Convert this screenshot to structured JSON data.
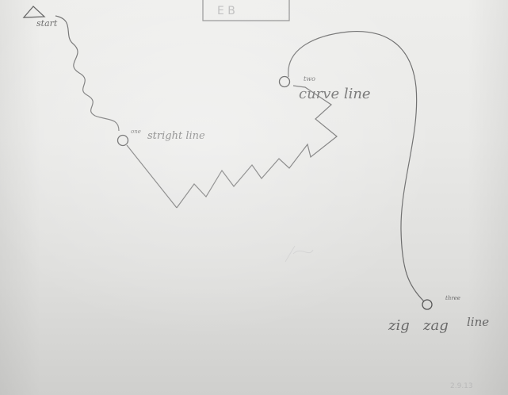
{
  "labels": {
    "start": "start",
    "one": "one",
    "straight_line": "stright line",
    "two": "two",
    "curve_line": "curve line",
    "three": "three",
    "zig": "zig",
    "zag": "zag",
    "line": "line",
    "header_box": "E B",
    "corner_note": "2.9.13"
  },
  "colors": {
    "paper": "#e9e9e7",
    "pencil": "#6a6a6a"
  }
}
